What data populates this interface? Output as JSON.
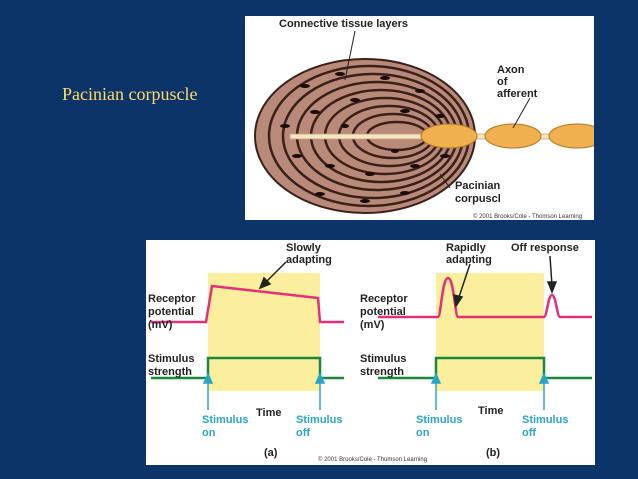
{
  "slide": {
    "title": "Pacinian corpuscle",
    "colors": {
      "background": "#0c3468",
      "title": "#ffd96a"
    }
  },
  "top_figure": {
    "labels": {
      "connective": "Connective tissue layers",
      "axon_1": "Axon",
      "axon_2": "of",
      "axon_3": "afferent",
      "pacinian_1": "Pacinian",
      "pacinian_2": "corpuscl",
      "copyright": "© 2001 Brooks/Cole - Thomson Learning"
    }
  },
  "bottom_figure": {
    "colors": {
      "receptor": "#e0317a",
      "stimulus": "#1a8a3a",
      "highlight": "#fbee9c",
      "arrow": "#2aa4c4"
    },
    "panel_a": {
      "caption": "(a)",
      "annotation_1": "Slowly",
      "annotation_2": "adapting",
      "receptor_label_1": "Receptor",
      "receptor_label_2": "potential",
      "receptor_label_3": "(mV)",
      "stimulus_label_1": "Stimulus",
      "stimulus_label_2": "strength",
      "time_label": "Time",
      "on_1": "Stimulus",
      "on_2": "on",
      "off_1": "Stimulus",
      "off_2": "off"
    },
    "panel_b": {
      "caption": "(b)",
      "annotation_1": "Rapidly",
      "annotation_2": "adapting",
      "off_response": "Off response",
      "receptor_label_1": "Receptor",
      "receptor_label_2": "potential",
      "receptor_label_3": "(mV)",
      "stimulus_label_1": "Stimulus",
      "stimulus_label_2": "strength",
      "time_label": "Time",
      "on_1": "Stimulus",
      "on_2": "on",
      "off_1": "Stimulus",
      "off_2": "off"
    },
    "copyright": "© 2001 Brooks/Cole - Thomson Learning"
  }
}
